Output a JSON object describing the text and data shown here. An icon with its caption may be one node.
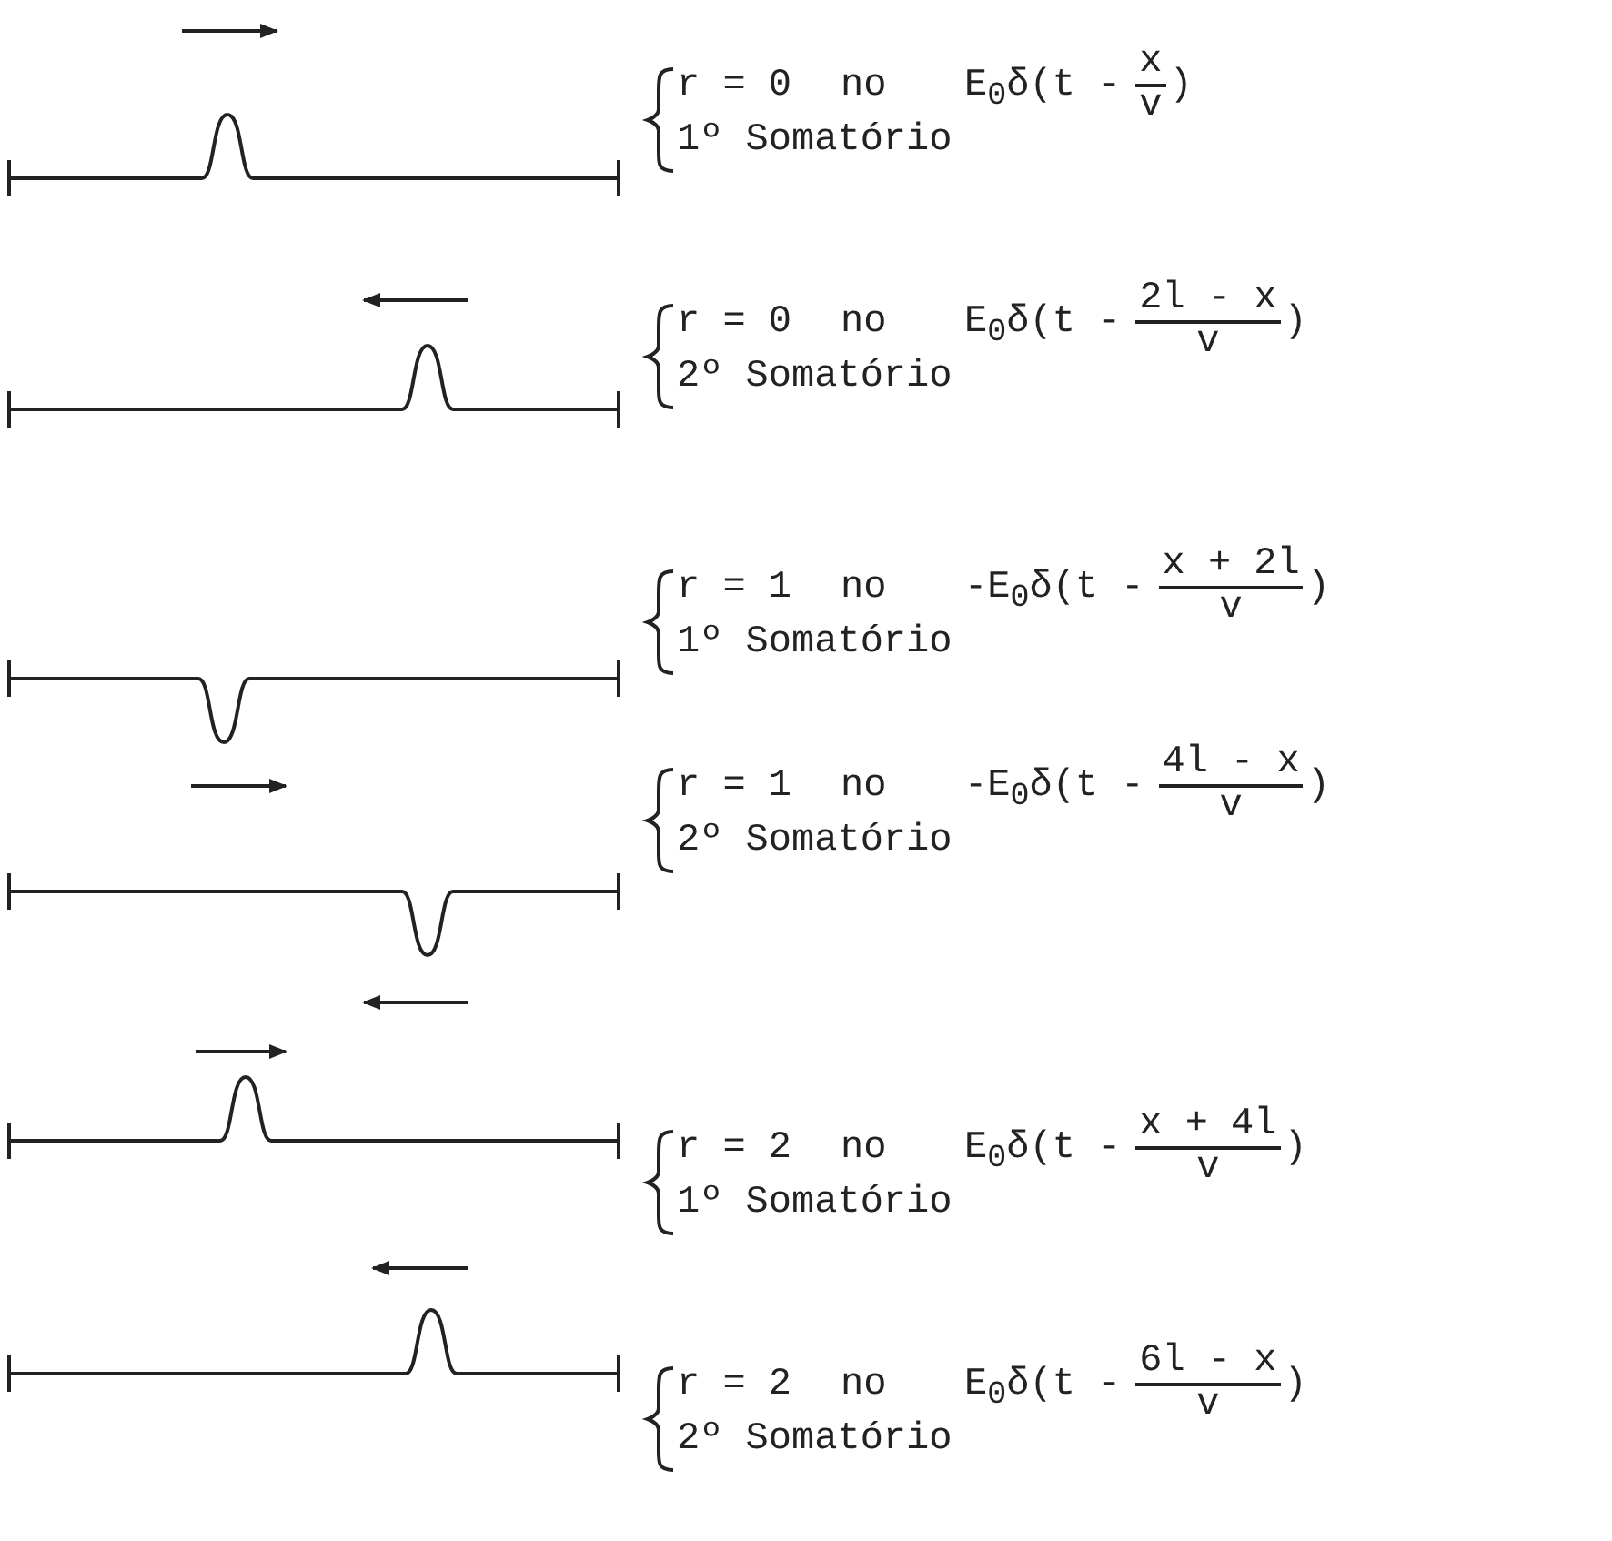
{
  "diagram": {
    "labels": [
      "r = 0",
      "no",
      "E$_{0}$δ(t -",
      "x",
      "v",
      ")",
      "1º Somatório",
      "r = 0",
      "no",
      "E$_{0}$δ(t -",
      "2l - x",
      "v",
      ")",
      "2º Somatório",
      "r = 1",
      "no",
      "-E$_{0}$δ(t -",
      "x + 2l",
      "v",
      ")",
      "1º Somatório",
      "r = 1",
      "no",
      "-E$_{0}$δ(t -",
      "4l - x",
      "v",
      ")",
      "2º Somatório",
      "r = 2",
      "no",
      "E$_{0}$δ(t -",
      "x + 4l",
      "v",
      ")",
      "1º Somatório",
      "r = 2",
      "no",
      "E$_{0}$δ(t -",
      "6l - x",
      "v",
      ")",
      "2º Somatório"
    ]
  }
}
